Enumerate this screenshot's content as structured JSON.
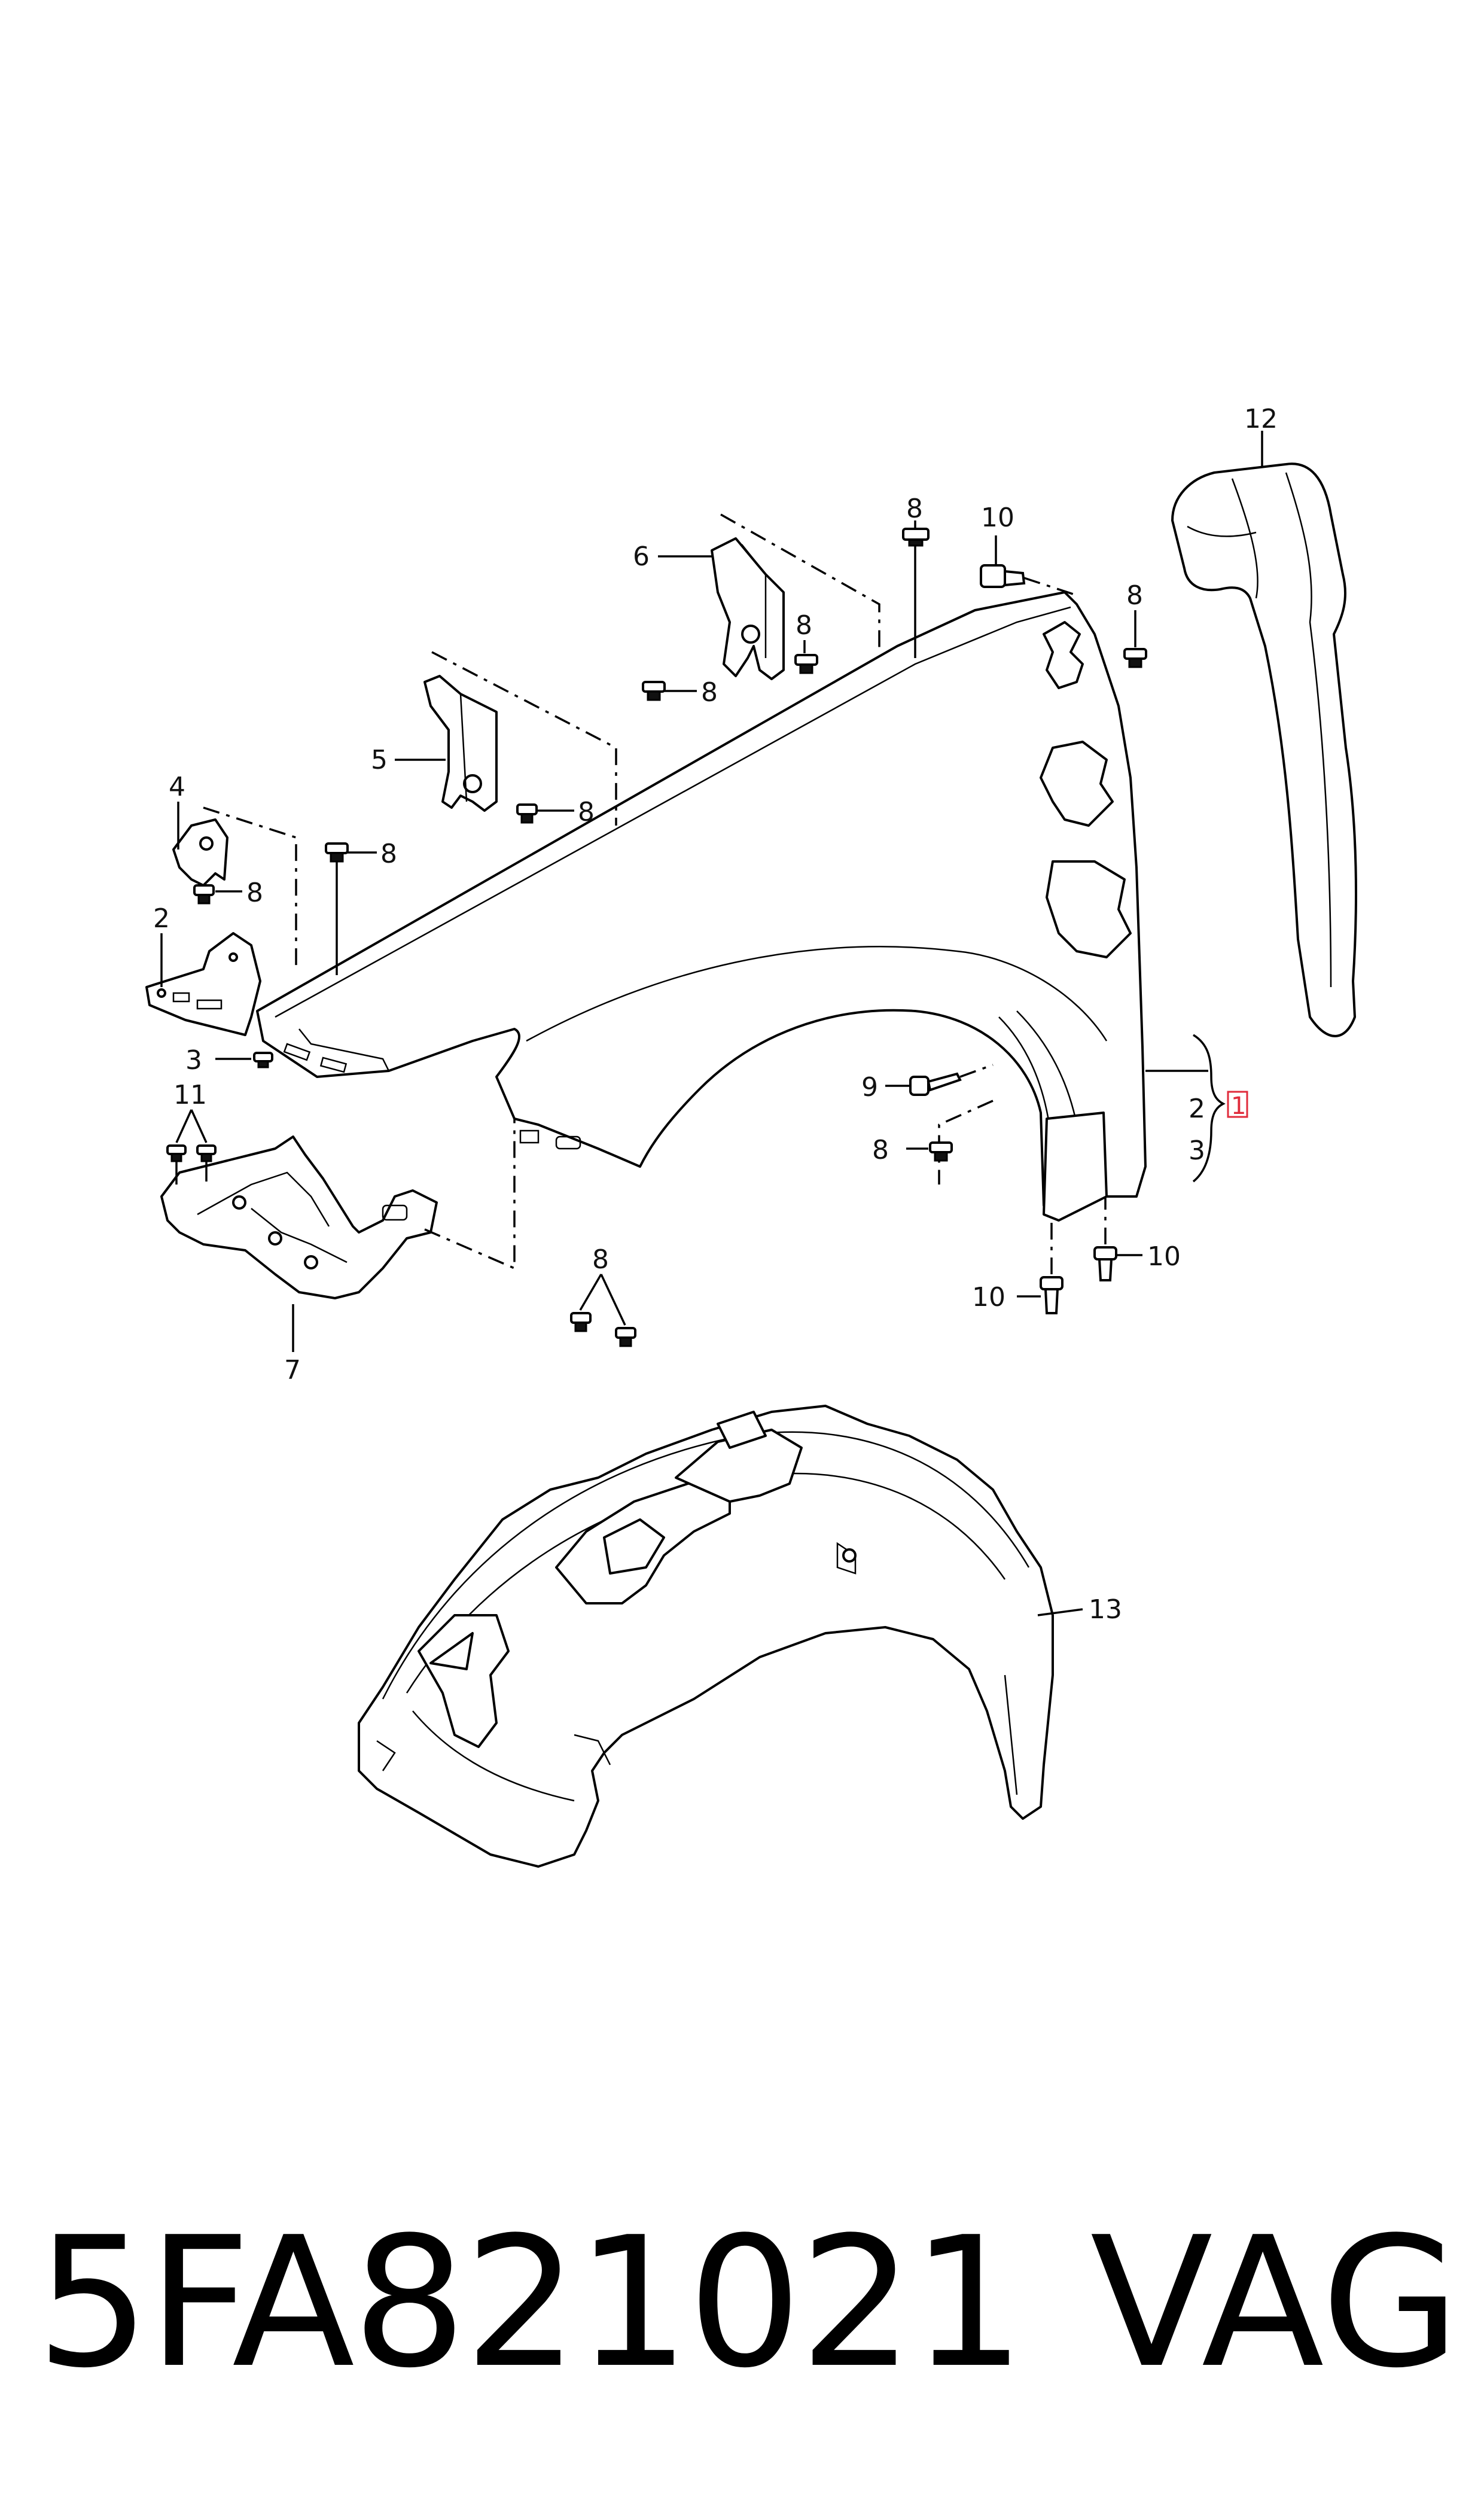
{
  "callouts": {
    "c1": "1",
    "c2a": "2",
    "c2b": "2",
    "c3a": "3",
    "c3b": "3",
    "c4": "4",
    "c5": "5",
    "c6": "6",
    "c7": "7",
    "c8a": "8",
    "c8b": "8",
    "c8c": "8",
    "c8d": "8",
    "c8e": "8",
    "c8f": "8",
    "c8g": "8",
    "c8h": "8",
    "c9": "9",
    "c10a": "10",
    "c10b": "10",
    "c10c": "10",
    "c11": "11",
    "c12": "12",
    "c13": "13"
  },
  "footer": {
    "part_number": "5FA821021",
    "brand": "VAG"
  },
  "colors": {
    "line": "#000000",
    "highlight": "#e02b3b",
    "background": "#ffffff"
  }
}
